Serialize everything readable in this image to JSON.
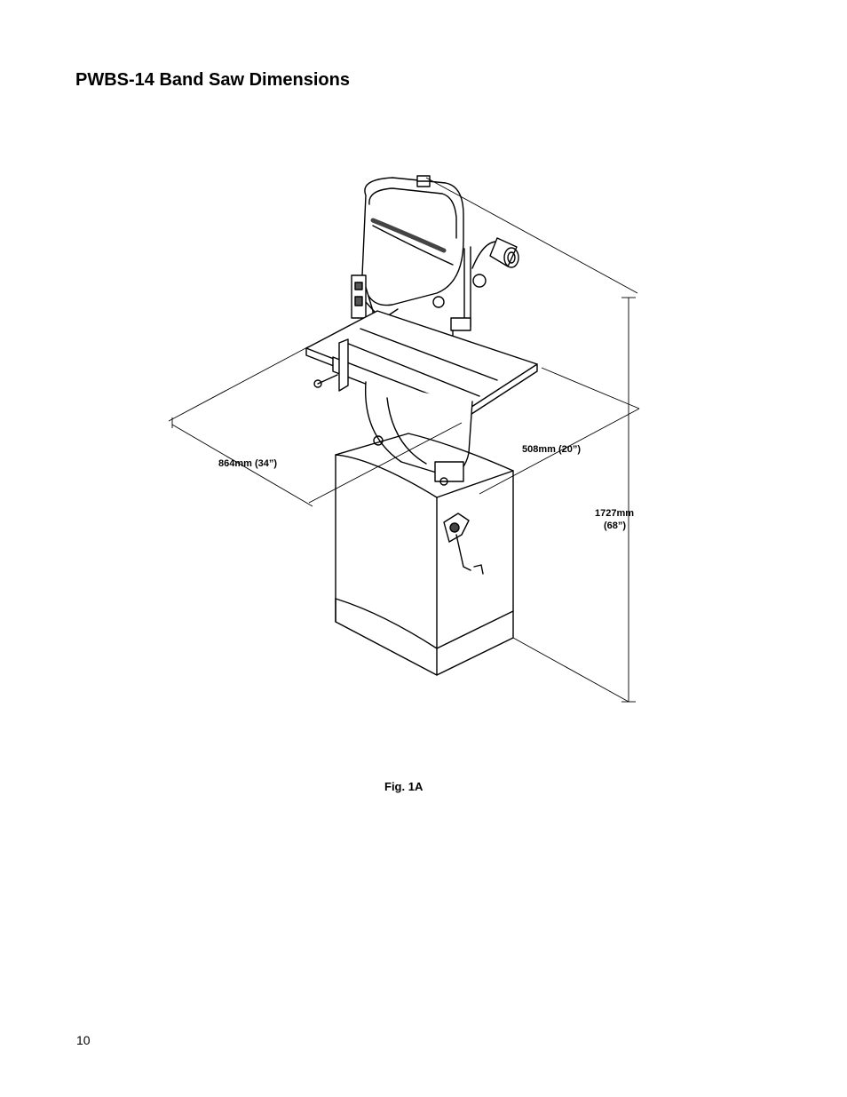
{
  "page": {
    "title": "PWBS-14 Band Saw Dimensions",
    "figure_caption": "Fig. 1A",
    "page_number": "10"
  },
  "figure": {
    "dimensions": {
      "width": "864mm (34”)",
      "depth": "508mm (20”)",
      "height_mm": "1727mm",
      "height_in": "(68”)"
    }
  }
}
